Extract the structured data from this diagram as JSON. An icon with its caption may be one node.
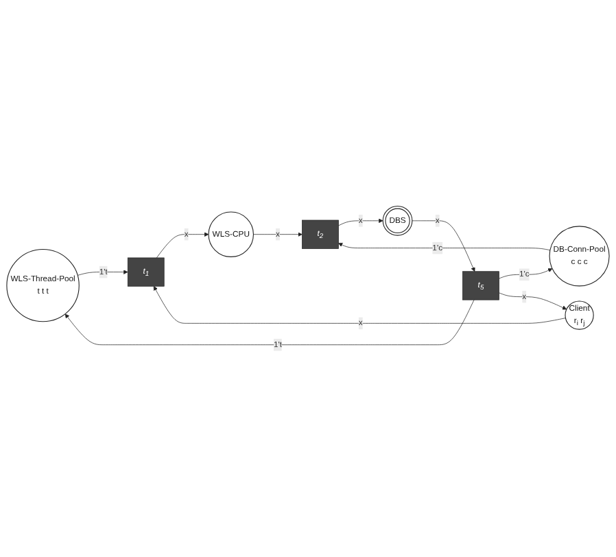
{
  "diagram": {
    "nodes": [
      {
        "text": [
          "WLS-Thread-Pool",
          "t t t"
        ]
      },
      {
        "text": [
          "t$_{1}$"
        ]
      },
      {
        "text": [
          "WLS-CPU"
        ]
      },
      {
        "text": [
          "t$_{2}$"
        ]
      },
      {
        "text": [
          "DBS"
        ]
      },
      {
        "text": [
          "t$_{5}$"
        ]
      },
      {
        "text": [
          "DB-Conn-Pool",
          "c c c"
        ]
      },
      {
        "text": [
          "Client",
          "r$_{i}$ r$_{j}$"
        ]
      }
    ],
    "edges": [
      {
        "from": 0,
        "to": 1,
        "arrow": "to",
        "label": "1't"
      },
      {
        "from": 1,
        "to": 2,
        "arrow": "to",
        "label": "x"
      },
      {
        "from": 2,
        "to": 3,
        "arrow": "to",
        "label": "x"
      },
      {
        "from": 3,
        "to": 4,
        "arrow": "to",
        "label": "x"
      },
      {
        "from": 4,
        "to": 5,
        "arrow": "to",
        "label": "x"
      },
      {
        "from": 5,
        "to": 0,
        "arrow": "to",
        "label": "1't"
      },
      {
        "from": 5,
        "to": 6,
        "arrow": "to",
        "label": "1'c"
      },
      {
        "from": 6,
        "to": 3,
        "arrow": "to",
        "label": "1'c"
      },
      {
        "from": 5,
        "to": 7,
        "arrow": "to",
        "label": "x"
      },
      {
        "from": 7,
        "to": 1,
        "arrow": "to",
        "label": "x"
      }
    ]
  }
}
